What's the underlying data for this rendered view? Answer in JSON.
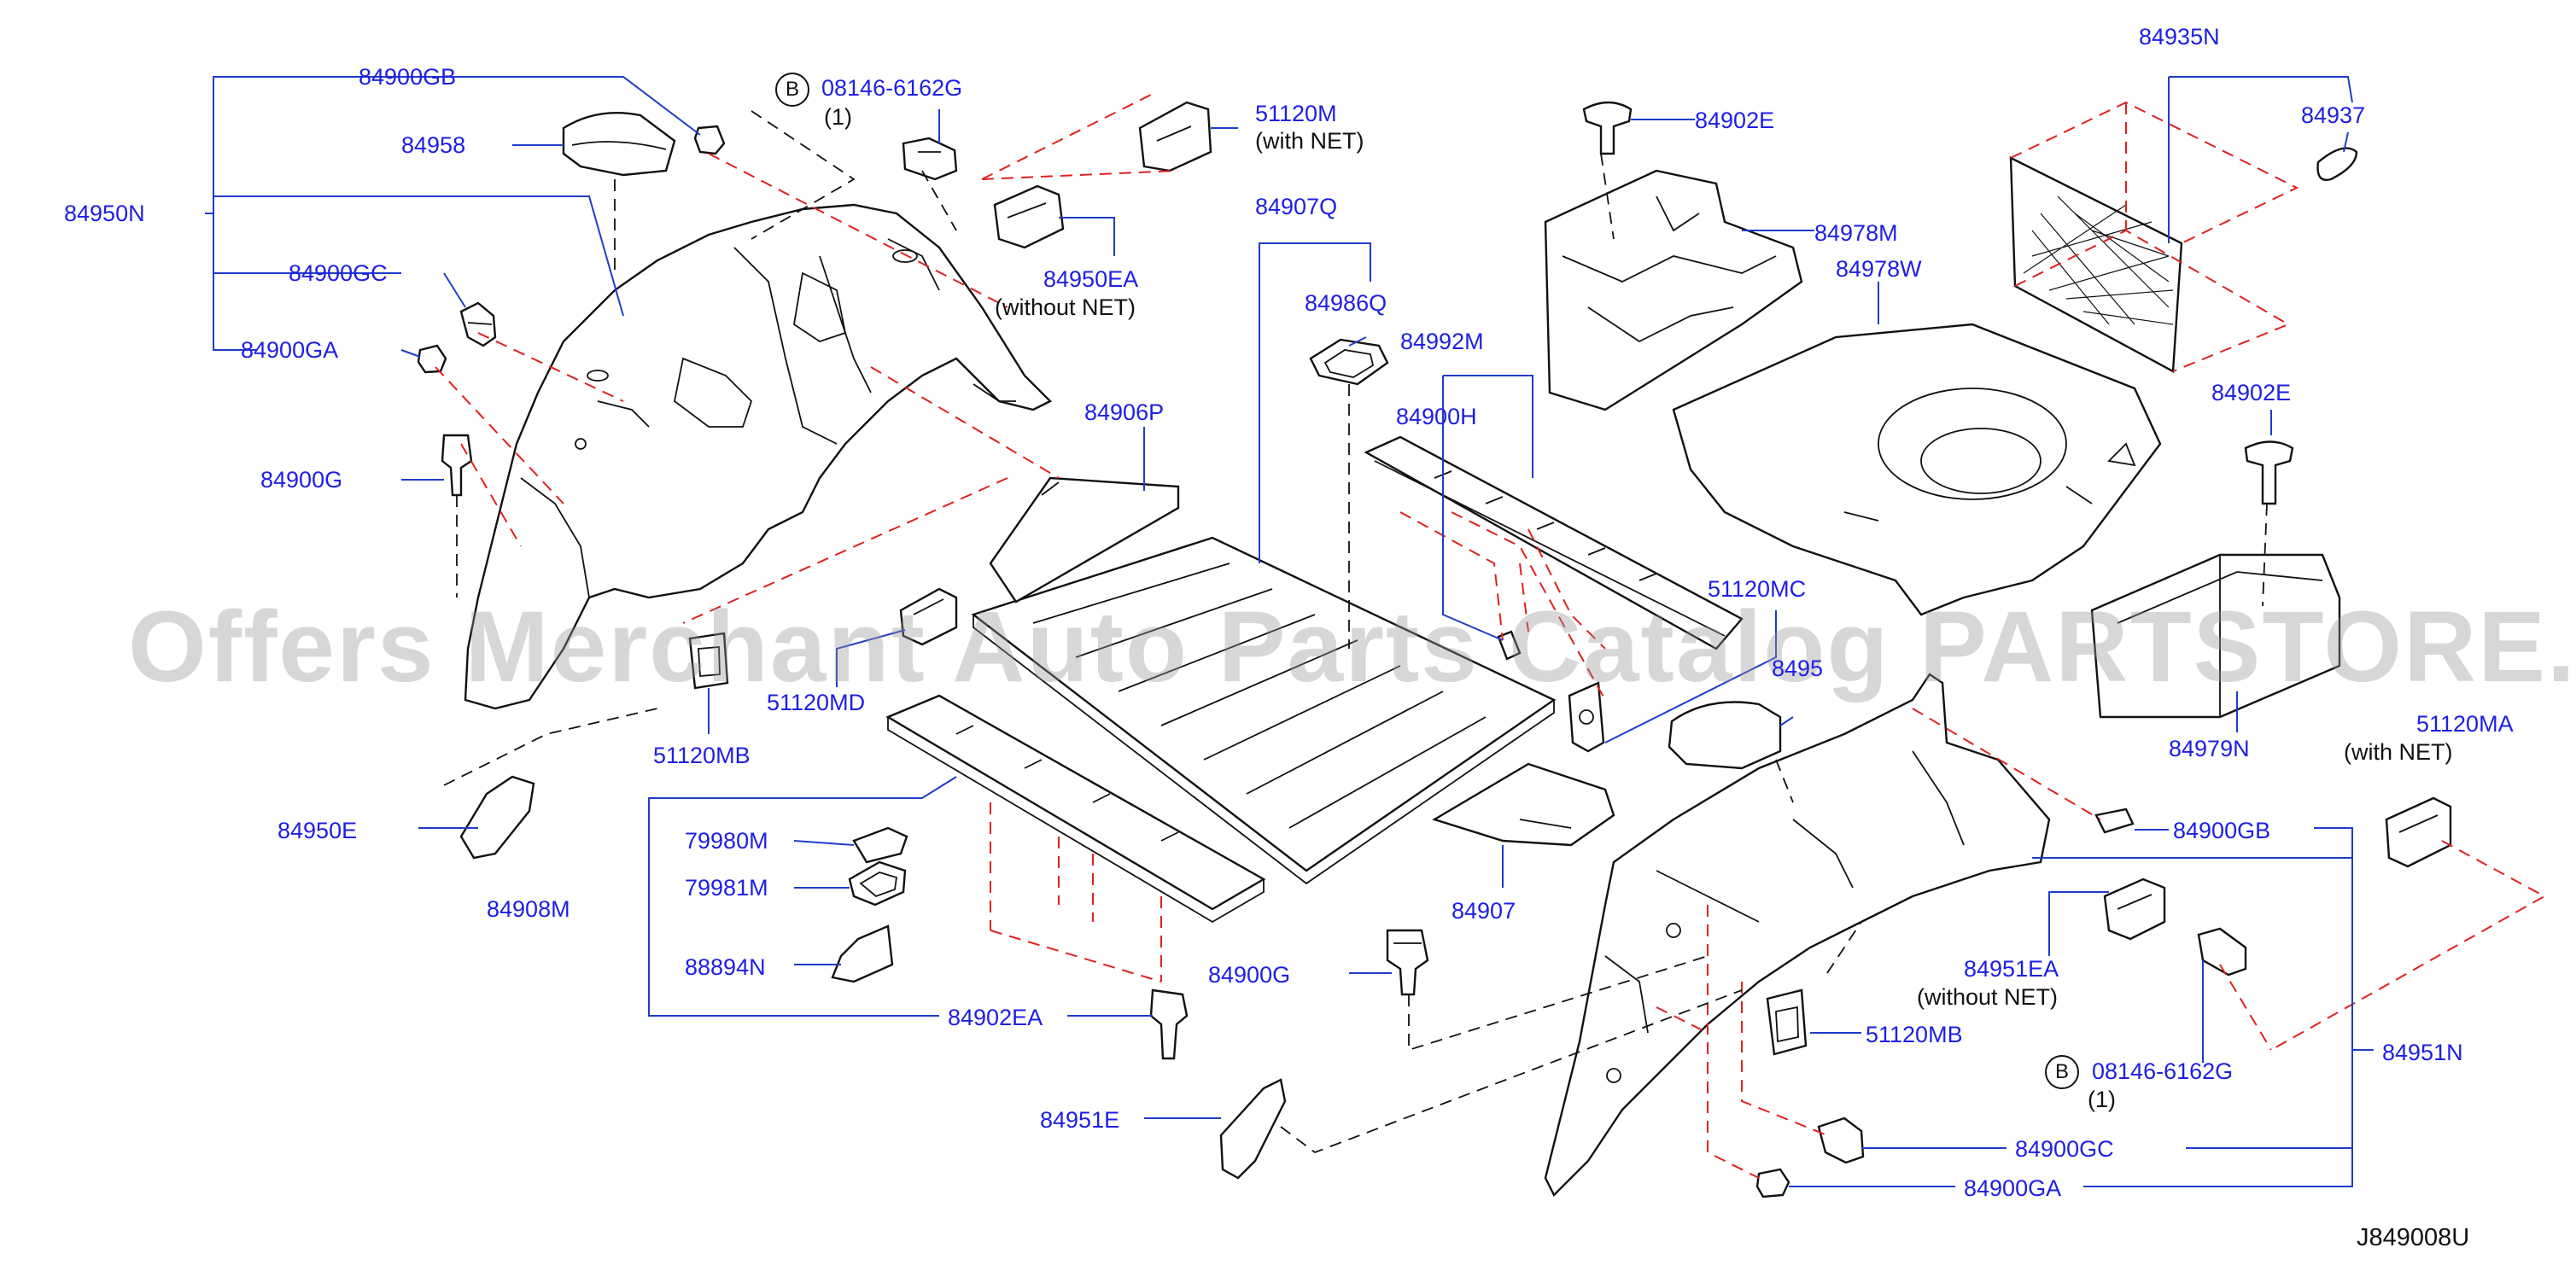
{
  "diagram_id": "J849008U",
  "watermark": "Offers Merchant Auto Parts Catalog PARTSTORE.SA",
  "labels": {
    "p84900GB_top": "84900GB",
    "p84958": "84958",
    "p84950N": "84950N",
    "p84900GC_left": "84900GC",
    "p84900GA_left": "84900GA",
    "p84900G_left": "84900G",
    "bolt_top_code": "08146-6162G",
    "bolt_top_qty": "(1)",
    "p51120M": "51120M",
    "p51120M_note": "(with   NET)",
    "p84950EA": "84950EA",
    "p84950EA_note": "(without   NET)",
    "p84907Q": "84907Q",
    "p84986Q": "84986Q",
    "p84992M": "84992M",
    "p84900H": "84900H",
    "p84906P": "84906P",
    "p84902E_top": "84902E",
    "p84978M": "84978M",
    "p84978W": "84978W",
    "p84935N": "84935N",
    "p84937": "84937",
    "p84902E_right": "84902E",
    "p51120MC": "51120MC",
    "p8495": "8495",
    "p51120MD": "51120MD",
    "p51120MB_left": "51120MB",
    "p84979N": "84979N",
    "p51120MA": "51120MA",
    "p51120MA_note": "(with   NET)",
    "p84950E": "84950E",
    "p79980M": "79980M",
    "p79981M": "79981M",
    "p84908M": "84908M",
    "p88894N": "88894N",
    "p84902EA": "84902EA",
    "p84900G_mid": "84900G",
    "p84907": "84907",
    "p84900GB_right": "84900GB",
    "p84951EA": "84951EA",
    "p84951EA_note": "(without   NET)",
    "p51120MB_right": "51120MB",
    "bolt_bottom_code": "08146-6162G",
    "bolt_bottom_qty": "(1)",
    "p84951N": "84951N",
    "p84951E": "84951E",
    "p84900GC_bottom": "84900GC",
    "p84900GA_bottom": "84900GA",
    "circle_b": "B"
  },
  "colors": {
    "label_blue": "#1e1ee6",
    "leader_blue": "#1e3cc8",
    "guide_red": "#e02020",
    "outline": "#111111"
  }
}
